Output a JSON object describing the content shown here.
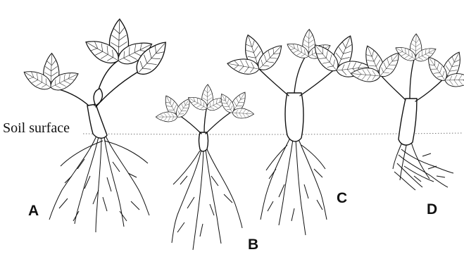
{
  "figure": {
    "soil_label": "Soil surface",
    "plants": [
      {
        "label": "A"
      },
      {
        "label": "B"
      },
      {
        "label": "C"
      },
      {
        "label": "D"
      }
    ]
  }
}
